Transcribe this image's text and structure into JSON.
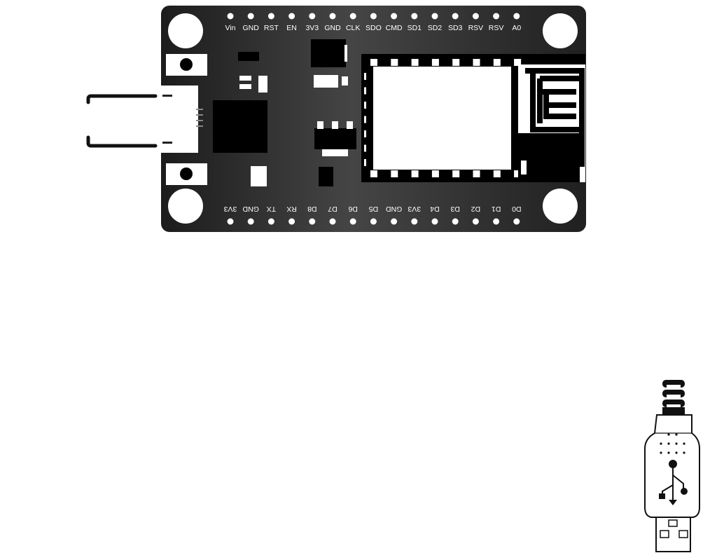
{
  "board": {
    "top_pins": [
      "Vin",
      "GND",
      "RST",
      "EN",
      "3V3",
      "GND",
      "CLK",
      "SDO",
      "CMD",
      "SD1",
      "SD2",
      "SD3",
      "RSV",
      "RSV",
      "A0"
    ],
    "bottom_pins": [
      "3V3",
      "GND",
      "TX",
      "RX",
      "D8",
      "D7",
      "D6",
      "D5",
      "GND",
      "3V3",
      "D4",
      "D3",
      "D2",
      "D1",
      "D0"
    ]
  },
  "colors": {
    "board_dark": "#1a1a1a",
    "board_light": "#444444",
    "silk": "#ffffff",
    "background": "#ffffff"
  },
  "icons": {
    "usb_symbol": "usb-trident-icon",
    "wifi_antenna": "pcb-antenna-icon"
  }
}
